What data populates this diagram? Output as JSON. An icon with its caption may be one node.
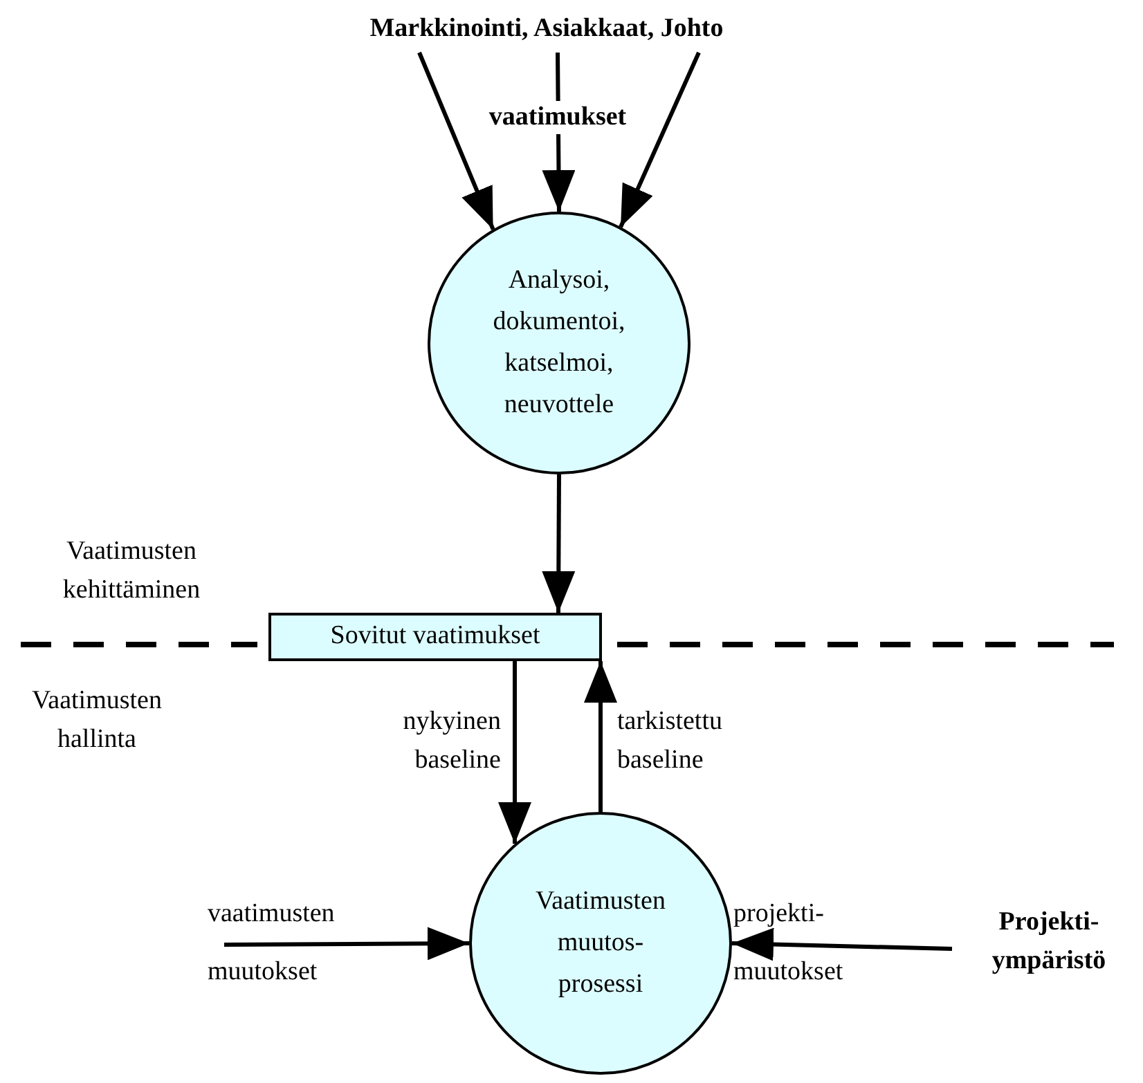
{
  "diagram": {
    "nodes": [
      {
        "text": [
          "Markkinointi, Asiakkaat, Johto"
        ]
      },
      {
        "text": [
          "Analysoi, dokumentoi, katselmoi, neuvottele"
        ]
      },
      {
        "text": [
          "Sovitut vaatimukset"
        ]
      },
      {
        "text": [
          "Vaatimusten muutos- prosessi"
        ]
      },
      {
        "text": [
          "Projekti- ympäristö"
        ]
      }
    ],
    "edges": [
      {
        "from": 0,
        "to": 1,
        "arrow": "to"
      },
      {
        "from": 0,
        "to": 1,
        "arrow": "to",
        "label": "vaatimukset"
      },
      {
        "from": 0,
        "to": 1,
        "arrow": "to"
      },
      {
        "from": 1,
        "to": 2,
        "arrow": "to"
      },
      {
        "from": 2,
        "to": 3,
        "arrow": "to",
        "label": "nykyinen baseline"
      },
      {
        "from": 3,
        "to": 2,
        "arrow": "to",
        "label": "tarkistettu baseline"
      },
      {
        "from": null,
        "to": 3,
        "arrow": "to",
        "label": "vaatimusten muutokset"
      },
      {
        "from": 4,
        "to": 3,
        "arrow": "to",
        "label": "projekti- muutokset"
      }
    ],
    "labels": [
      "Vaatimusten kehittäminen",
      "Vaatimusten hallinta"
    ]
  }
}
